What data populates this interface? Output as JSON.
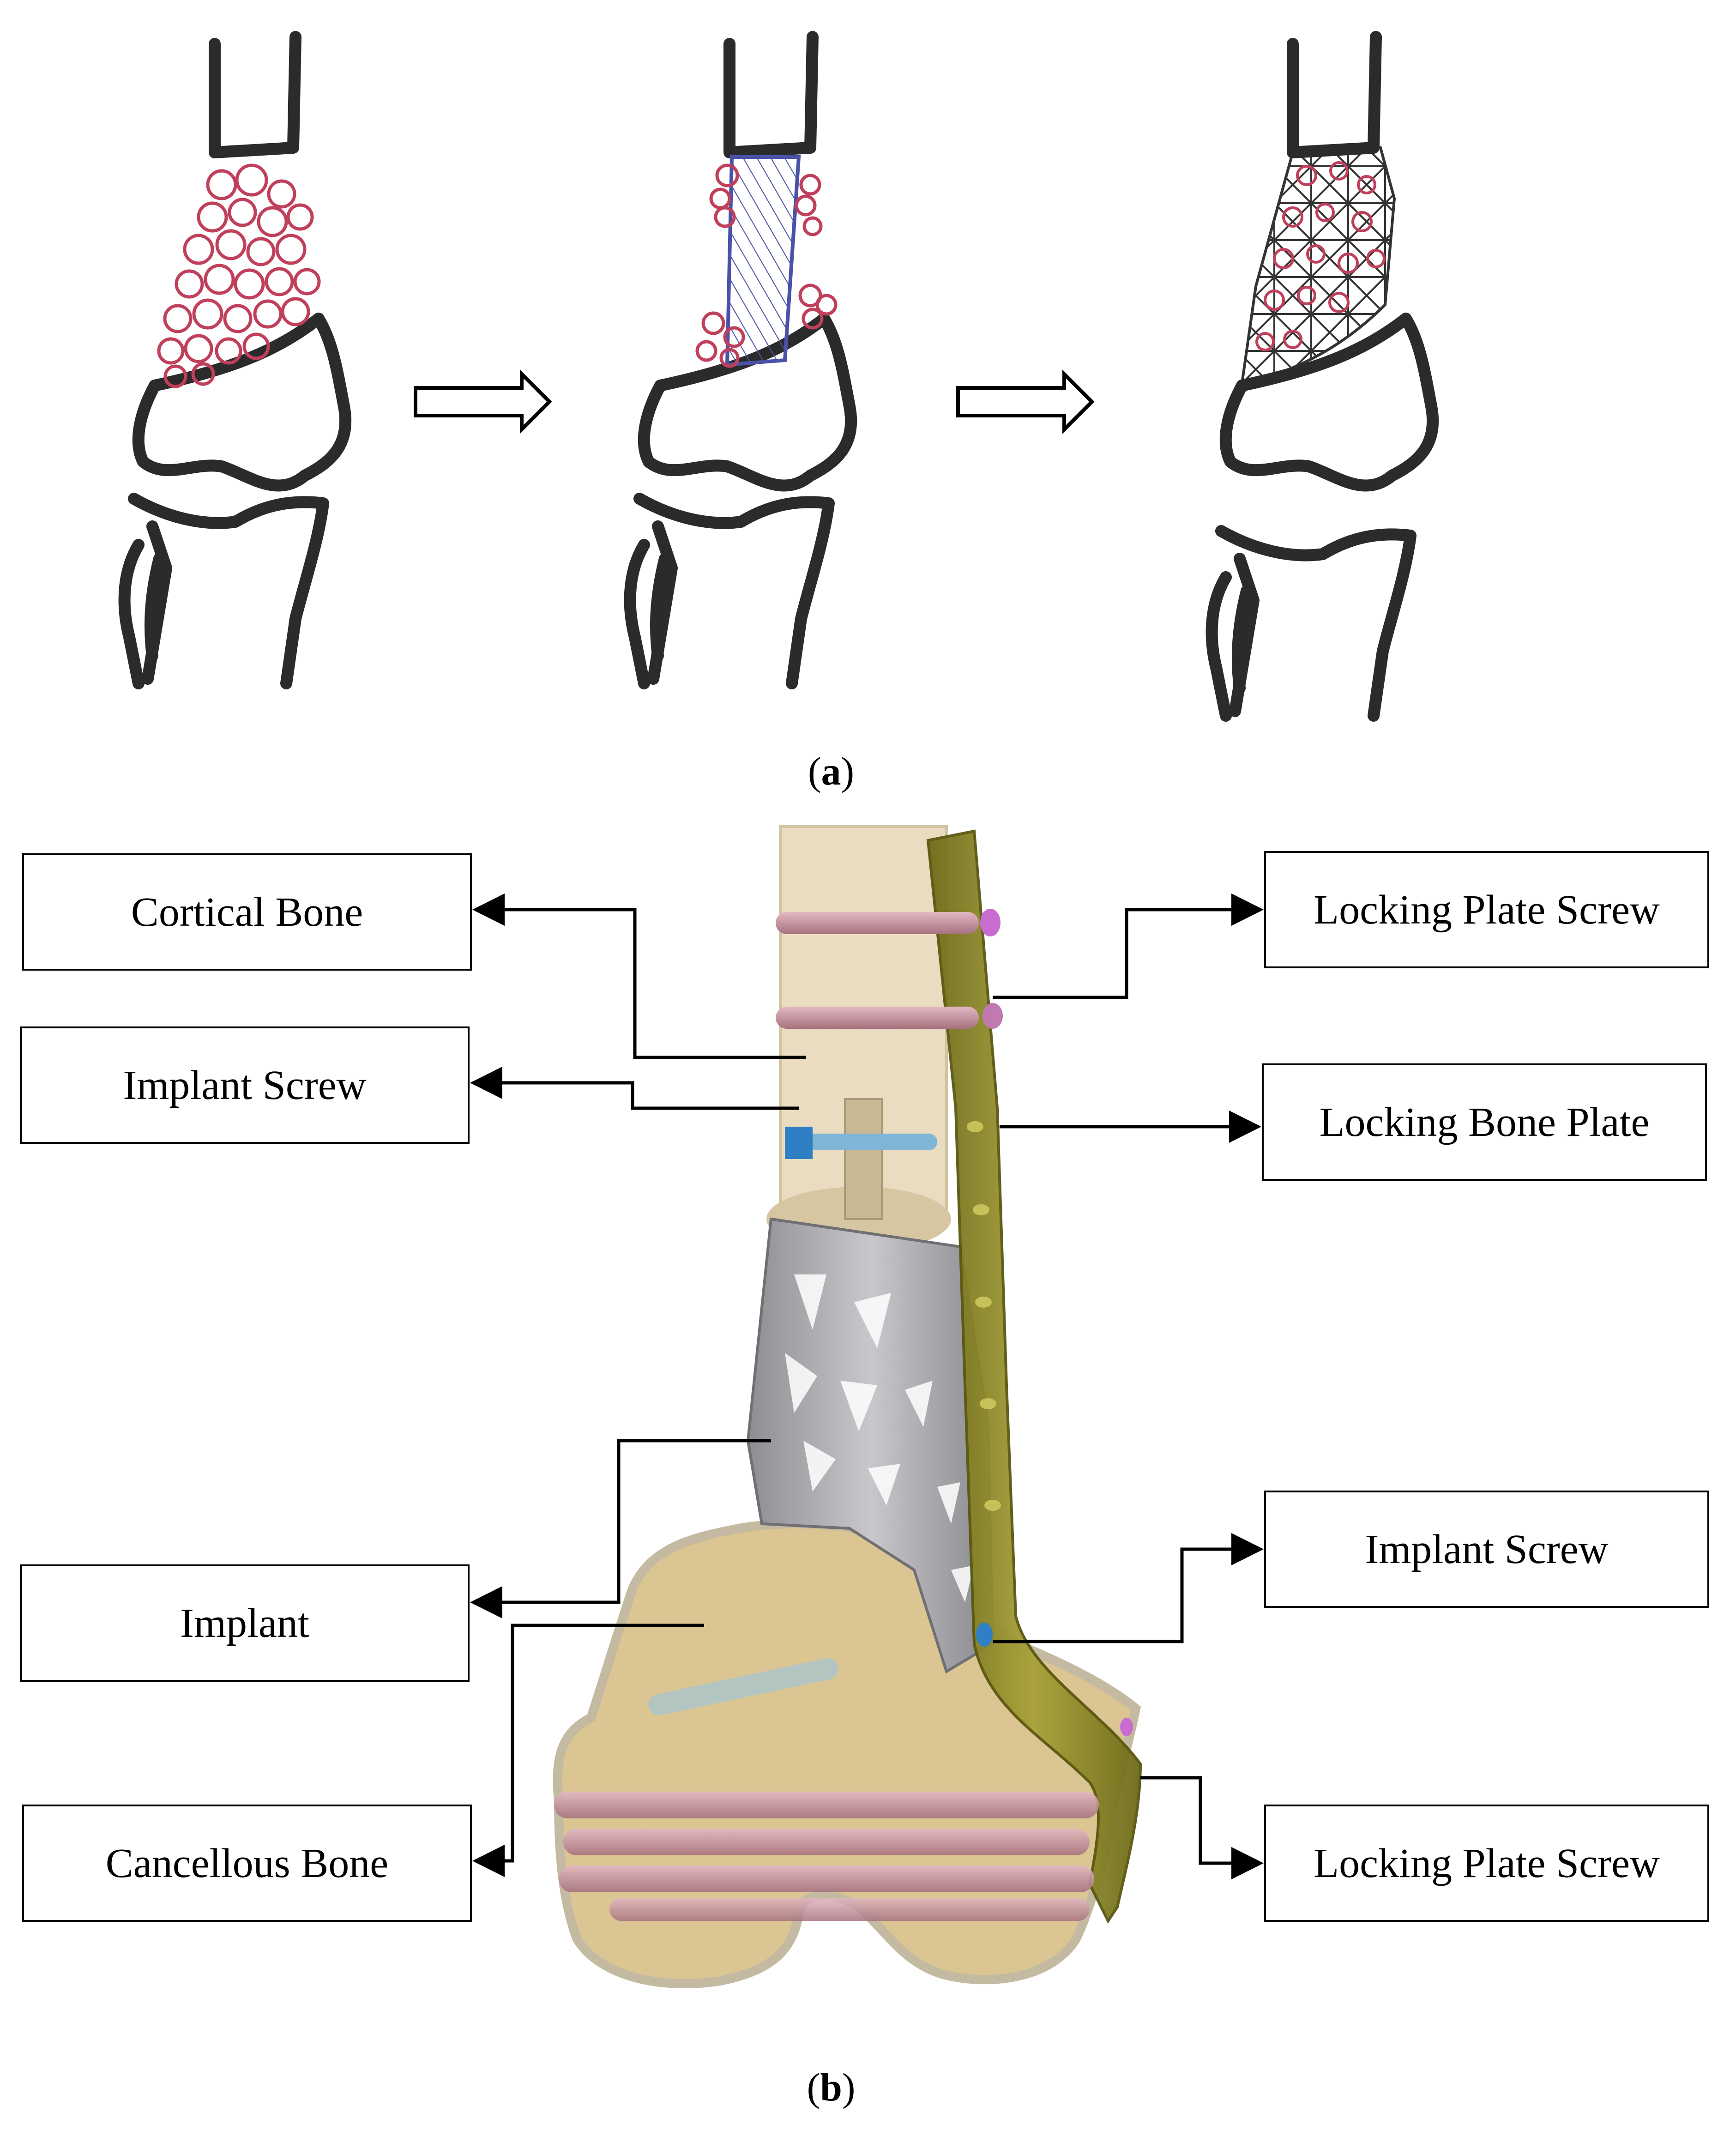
{
  "panel_a": {
    "caption_letter": "a"
  },
  "panel_b": {
    "caption_letter": "b",
    "labels": {
      "cortical_bone": "Cortical Bone",
      "implant_screw_top": "Implant Screw",
      "implant": "Implant",
      "cancellous_bone": "Cancellous Bone",
      "locking_plate_screw_top": "Locking Plate Screw",
      "locking_bone_plate": "Locking Bone Plate",
      "implant_screw_bottom": "Implant Screw",
      "locking_plate_screw_bottom": "Locking Plate Screw"
    }
  },
  "colors": {
    "sketch_line": "#2b2b2b",
    "graft_circles": "#c0405c",
    "implant_hatch": "#4a52a8",
    "cortical": "#eadcc0",
    "cancellous": "#d9c28a",
    "implant": "#a4a4a8",
    "plate": "#8f8a2a",
    "screw": "#c99aa6",
    "blue_screw": "#2f7fc4"
  }
}
